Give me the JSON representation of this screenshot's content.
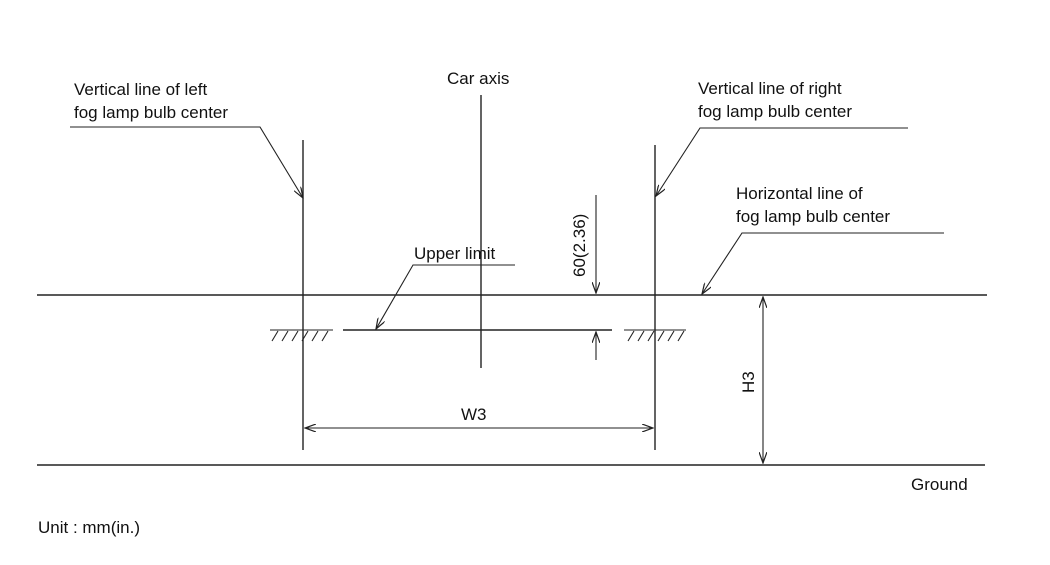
{
  "labels": {
    "left_vertical_line": [
      "Vertical line of left",
      "fog lamp bulb center"
    ],
    "car_axis": "Car axis",
    "right_vertical_line": [
      "Vertical line of right",
      "fog lamp bulb center"
    ],
    "horizontal_line": [
      "Horizontal line of",
      "fog lamp bulb center"
    ],
    "upper_limit": "Upper limit",
    "vertical_offset": "60(2.36)",
    "width_dimension": "W3",
    "height_dimension": "H3",
    "ground": "Ground",
    "unit": "Unit : mm(in.)"
  }
}
